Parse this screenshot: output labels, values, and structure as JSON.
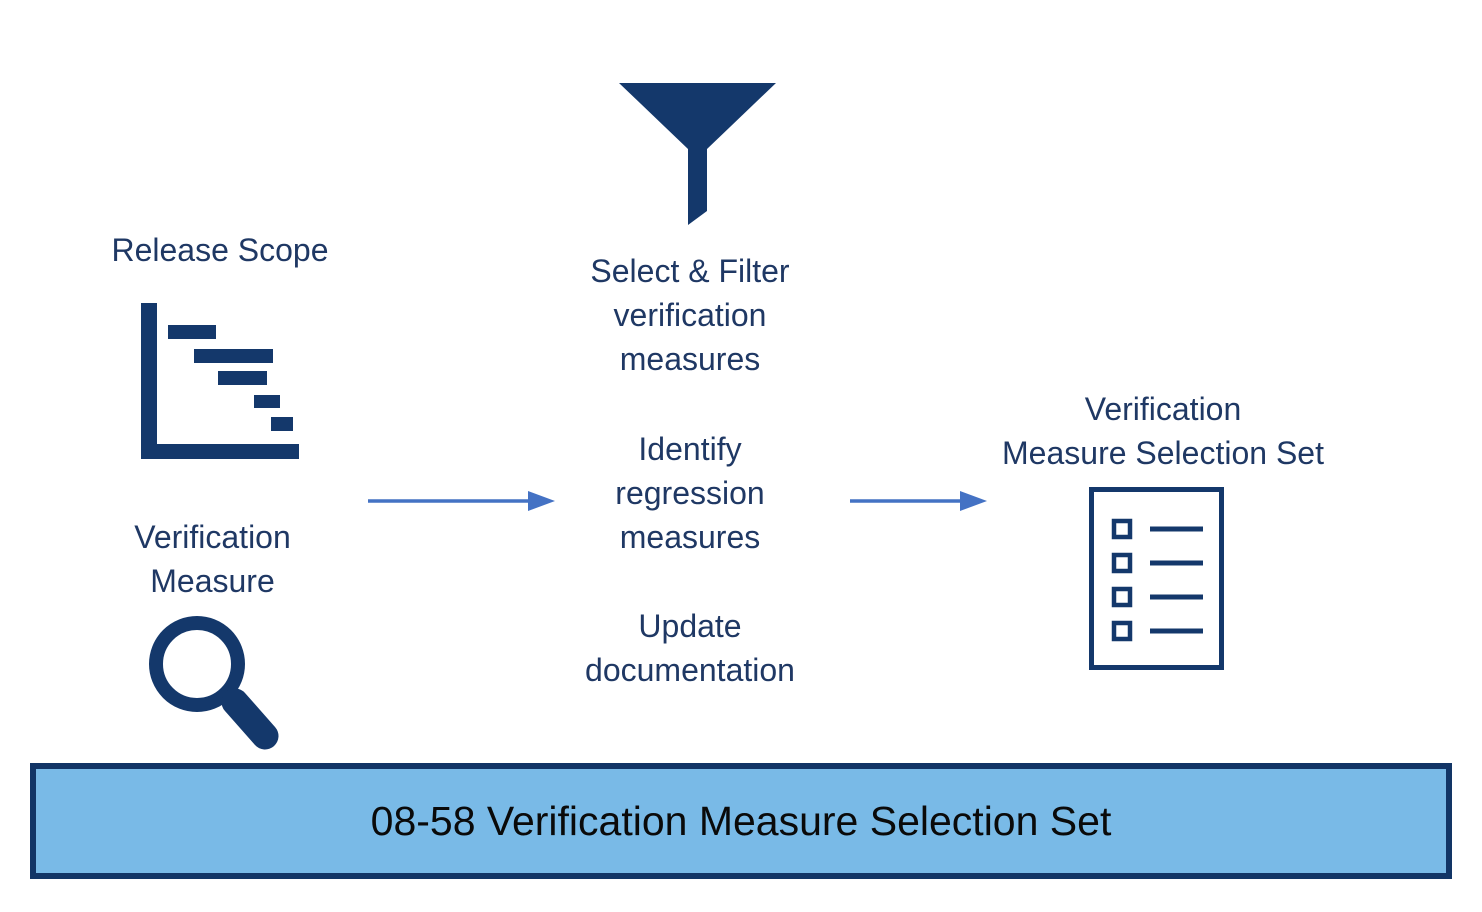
{
  "title": "08-58 Verification Measure Selection Set",
  "colors": {
    "icon_navy": "#14386B",
    "text_navy": "#1F3864",
    "arrow_blue": "#4472C4",
    "banner_fill": "#79BAE7",
    "banner_border": "#123566",
    "banner_text": "#0A0A0A",
    "background": "#FFFFFF"
  },
  "inputs": {
    "release_scope": {
      "label": "Release Scope",
      "icon": "gantt-chart-icon"
    },
    "verification_measure": {
      "label": "Verification\nMeasure",
      "icon": "magnifier-icon"
    }
  },
  "process": {
    "icon": "funnel-icon",
    "steps": [
      "Select & Filter\nverification\nmeasures",
      "Identify\nregression\nmeasures",
      "Update\ndocumentation"
    ]
  },
  "output": {
    "label": "Verification\nMeasure Selection Set",
    "icon": "checklist-icon"
  },
  "arrows": [
    "inputs-to-process-arrow",
    "process-to-output-arrow"
  ],
  "banner": {
    "label": "08-58 Verification Measure Selection Set"
  }
}
